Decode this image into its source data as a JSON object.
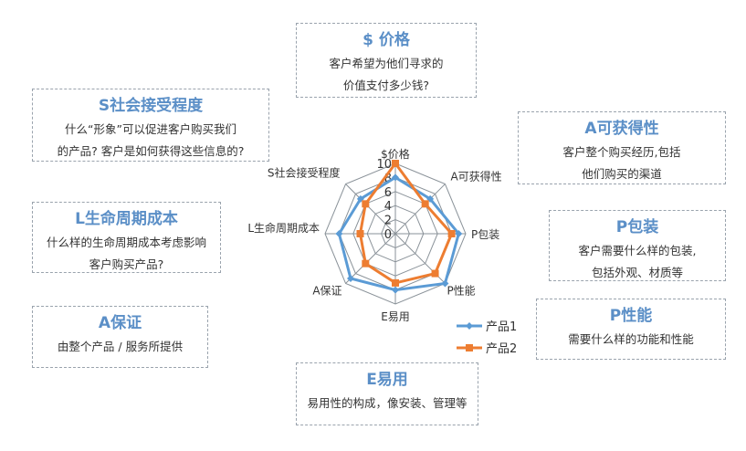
{
  "boxes": {
    "price": {
      "title": "$ 价格",
      "lines": [
        "客户希望为他们寻求的",
        "价值支付多少钱?"
      ]
    },
    "social": {
      "title": "S社会接受程度",
      "lines": [
        "什么“形象”可以促进客户购买我们",
        "的产品? 客户是如何获得这些信息的?"
      ]
    },
    "lifecycle": {
      "title": "L生命周期成本",
      "lines": [
        "什么样的生命周期成本考虑影响",
        "客户购买产品?"
      ]
    },
    "assurance": {
      "title": "A保证",
      "lines": [
        "由整个产品 / 服务所提供"
      ]
    },
    "availability": {
      "title": "A可获得性",
      "lines": [
        "客户整个购买经历,包括",
        "他们购买的渠道"
      ]
    },
    "packaging": {
      "title": "P包装",
      "lines": [
        "客户需要什么样的包装,",
        "包括外观、材质等"
      ]
    },
    "performance": {
      "title": "P性能",
      "lines": [
        "需要什么样的功能和性能"
      ]
    },
    "ease": {
      "title": "E易用",
      "lines": [
        "易用性的构成，像安装、管理等"
      ]
    }
  },
  "chart_data": {
    "type": "radar",
    "categories": [
      "$价格",
      "A可获得性",
      "P包装",
      "P性能",
      "E易用",
      "A保证",
      "L生命周期成本",
      "S社会接受程度"
    ],
    "ticks": [
      "0",
      "2",
      "4",
      "6",
      "8",
      "10"
    ],
    "range": [
      0,
      10
    ],
    "series": [
      {
        "name": "产品1",
        "values": [
          8,
          7,
          9,
          10,
          8,
          9,
          8,
          7
        ],
        "color": "#5b9bd5",
        "marker": "diamond"
      },
      {
        "name": "产品2",
        "values": [
          10,
          6,
          8,
          8,
          7,
          6,
          5,
          6
        ],
        "color": "#ed7d31",
        "marker": "square"
      }
    ],
    "legend": "bottom-right"
  },
  "colors": {
    "title": "#5b8fc7",
    "border": "#9aa3ad",
    "grid": "#8a9299"
  }
}
